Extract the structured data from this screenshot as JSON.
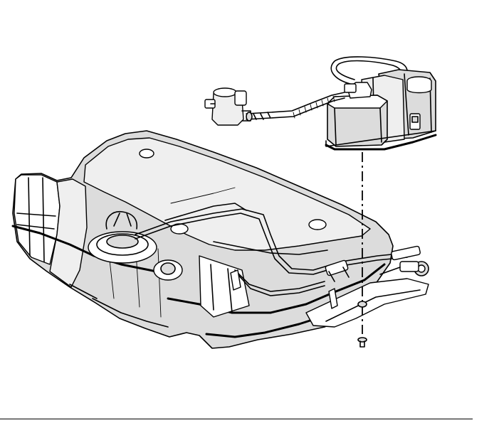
{
  "illustration": {
    "colors": {
      "line": "#000000",
      "background": "#ffffff",
      "shade": "#dcdcdc",
      "highlight": "#efefef"
    },
    "parts": [
      "fuel-tank-assembly",
      "evap-canister",
      "canister-purge-valve",
      "vent-hose",
      "canister-bracket",
      "mounting-bolt",
      "installation-guide-line"
    ]
  }
}
